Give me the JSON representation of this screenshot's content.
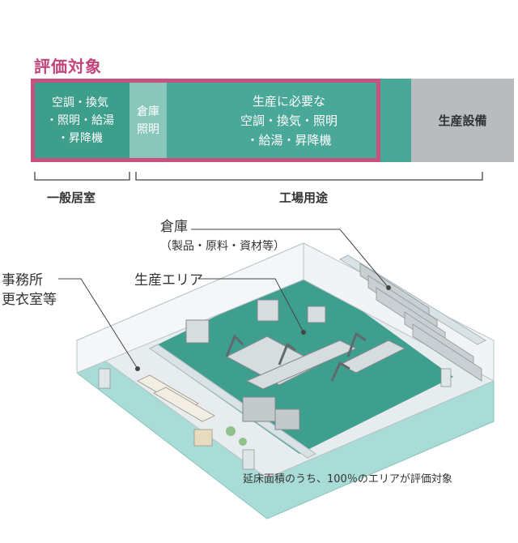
{
  "title": "評価対象",
  "segments": {
    "general": [
      "空調・換気",
      "・照明・給湯",
      "・昇降機"
    ],
    "warehouse": [
      "倉庫",
      "照明"
    ],
    "production": [
      "生産に必要な",
      "空調・換気・照明",
      "・給湯・昇降機"
    ],
    "equipment": "生産設備"
  },
  "categories": {
    "general": "一般居室",
    "factory": "工場用途"
  },
  "callouts": {
    "warehouse": [
      "倉庫",
      "（製品・原料・資材等）"
    ],
    "production_area": "生産エリア",
    "office": [
      "事務所",
      "更衣室等"
    ]
  },
  "footnote": "延床面積のうち、100％のエリアが評価対象",
  "colors": {
    "accent": "#c8527f",
    "teal": "#3e9e8c",
    "teal_light": "#89c7bb",
    "gray": "#b9bcbf"
  }
}
